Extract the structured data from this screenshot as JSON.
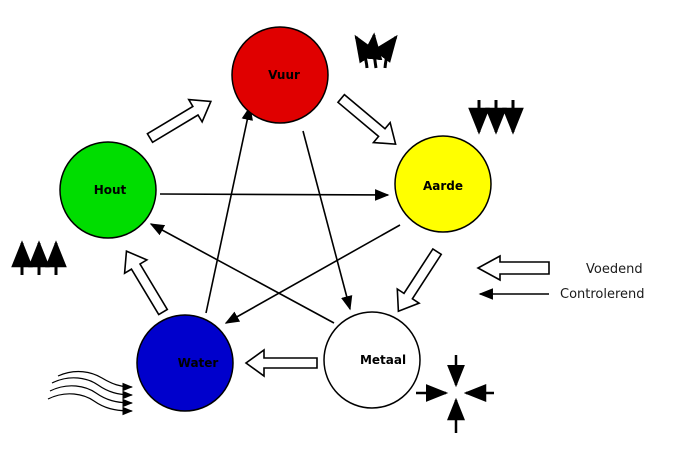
{
  "elements": [
    {
      "id": "vuur",
      "label": "Vuur",
      "color": "#e00000"
    },
    {
      "id": "aarde",
      "label": "Aarde",
      "color": "#ffff00"
    },
    {
      "id": "metaal",
      "label": "Metaal",
      "color": "#ffffff"
    },
    {
      "id": "water",
      "label": "Water",
      "color": "#0000cc"
    },
    {
      "id": "hout",
      "label": "Hout",
      "color": "#00dd00"
    }
  ],
  "legend": {
    "voedend": "Voedend",
    "controlerend": "Controlerend"
  },
  "icons": {
    "vuur": "flame-arrows-up-icon",
    "aarde": "arrows-down-icon",
    "hout": "arrows-up-icon",
    "water": "flowing-arrows-icon",
    "metaal": "converging-arrows-icon"
  }
}
